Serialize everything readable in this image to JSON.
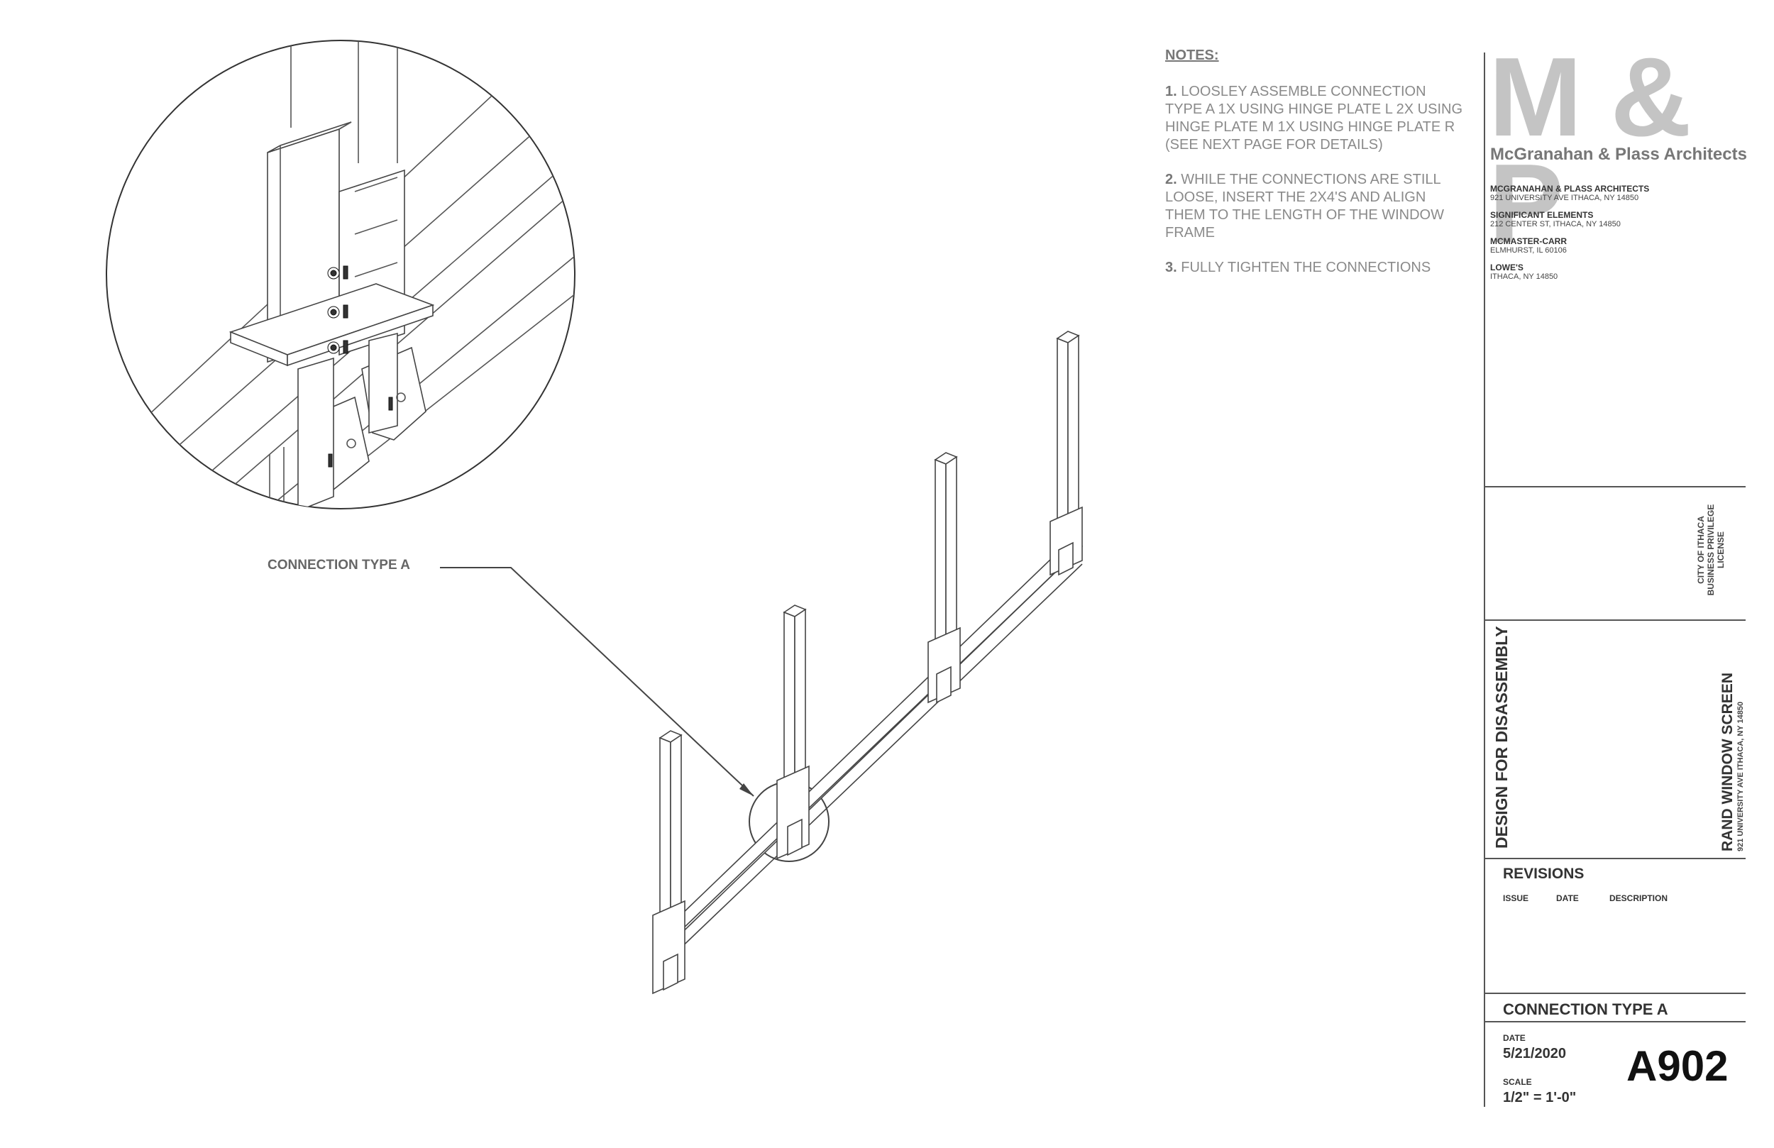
{
  "notes": {
    "heading": "NOTES:",
    "items": [
      {
        "num": "1.",
        "text": "LOOSLEY ASSEMBLE CONNECTION TYPE A 1X USING HINGE PLATE L 2X USING HINGE PLATE M 1X USING HINGE PLATE R (SEE NEXT PAGE FOR DETAILS)"
      },
      {
        "num": "2.",
        "text": "WHILE THE CONNECTIONS ARE STILL LOOSE, INSERT THE 2X4'S AND ALIGN THEM TO THE LENGTH OF THE WINDOW FRAME"
      },
      {
        "num": "3.",
        "text": "FULLY TIGHTEN THE CONNECTIONS"
      }
    ]
  },
  "callout": {
    "label": "CONNECTION TYPE A"
  },
  "title_block": {
    "logo": "M & P",
    "firm_name": "McGranahan & Plass Architects",
    "consultants": [
      {
        "name": "MCGRANAHAN & PLASS ARCHITECTS",
        "address": "921 UNIVERSITY AVE ITHACA, NY 14850"
      },
      {
        "name": "SIGNIFICANT ELEMENTS",
        "address": "212 CENTER ST, ITHACA, NY 14850"
      },
      {
        "name": "MCMASTER-CARR",
        "address": "ELMHURST, IL 60106"
      },
      {
        "name": "LOWE'S",
        "address": "ITHACA, NY 14850"
      }
    ],
    "license": {
      "line1": "CITY OF ITHACA",
      "line2": "BUSINESS PRIVILEGE",
      "line3": "LICENSE"
    },
    "project_title": "DESIGN FOR DISASSEMBLY",
    "project_name": "RAND WINDOW SCREEN",
    "project_address": "921 UNIVERSITY AVE ITHACA, NY 14850",
    "revisions": {
      "heading": "REVISIONS",
      "columns": [
        "ISSUE",
        "DATE",
        "DESCRIPTION"
      ]
    },
    "sheet_title": "CONNECTION TYPE A",
    "date_label": "DATE",
    "date": "5/21/2020",
    "scale_label": "SCALE",
    "scale": "1/2\" = 1'-0\"",
    "sheet_number": "A902"
  }
}
